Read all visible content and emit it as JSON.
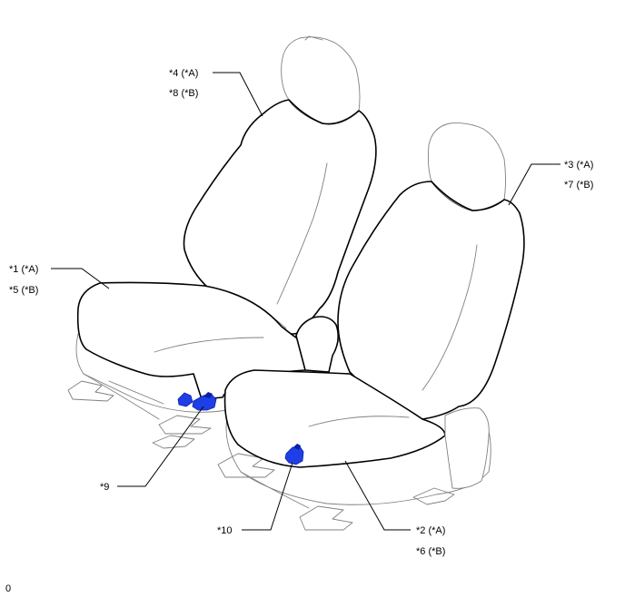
{
  "labels": {
    "l1a": "*1 (*A)",
    "l5b": "*5 (*B)",
    "l4a": "*4 (*A)",
    "l8b": "*8 (*B)",
    "l3a": "*3 (*A)",
    "l7b": "*7 (*B)",
    "l2a": "*2 (*A)",
    "l6b": "*6 (*B)",
    "l9": "*9",
    "l10": "*10",
    "corner": "0"
  },
  "colors": {
    "connector": "#1f3fe6",
    "connector_dark": "#0b1fa8",
    "outline": "#000000",
    "detail": "#808080"
  }
}
